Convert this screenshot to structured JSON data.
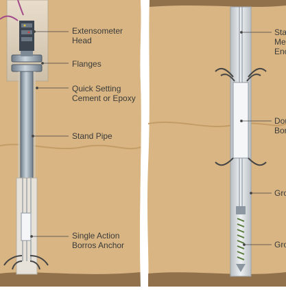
{
  "left_panel": {
    "labels": {
      "extensometer_head": [
        "Extensometer",
        "Head"
      ],
      "flanges": [
        "Flanges"
      ],
      "cement": [
        "Quick Setting",
        "Cement or Epoxy"
      ],
      "stand_pipe": [
        "Stand Pipe"
      ],
      "anchor": [
        "Single Action",
        "Borros Anchor"
      ]
    }
  },
  "right_panel": {
    "labels": {
      "stainless": [
        "Sta",
        "Me",
        "Enc"
      ],
      "double": [
        "Dou",
        "Bor"
      ],
      "grout1": [
        "Gro"
      ],
      "grout2": [
        "Gro"
      ]
    }
  },
  "colors": {
    "soil": "#d8b582",
    "sky": "#ffffff",
    "pipe": "#9aa8b4",
    "leader": "#444444",
    "cable": "#a24a8a"
  }
}
